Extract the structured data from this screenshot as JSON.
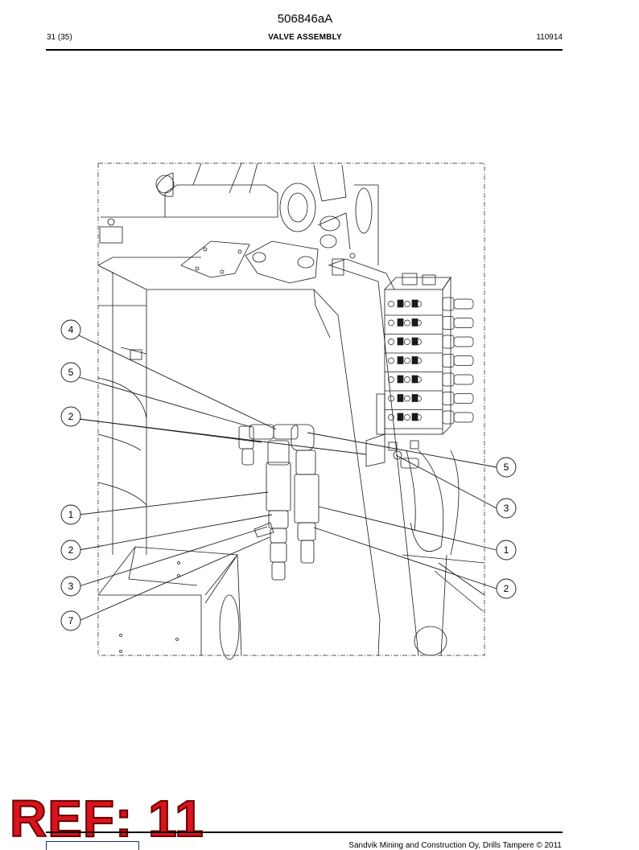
{
  "header": {
    "doc_id": "506846aA",
    "page": "31 (35)",
    "title": "VALVE ASSEMBLY",
    "code": "110914"
  },
  "callouts": {
    "left": [
      "4",
      "5",
      "2",
      "1",
      "2",
      "3",
      "7"
    ],
    "right": [
      "5",
      "3",
      "1",
      "2"
    ]
  },
  "stamp": "REF: 11",
  "footer": {
    "copyright": "Sandvik Mining and Construction Oy, Drills Tampere © 2011"
  },
  "colors": {
    "stamp": "#d8141c",
    "line": "#1a1a1a"
  }
}
